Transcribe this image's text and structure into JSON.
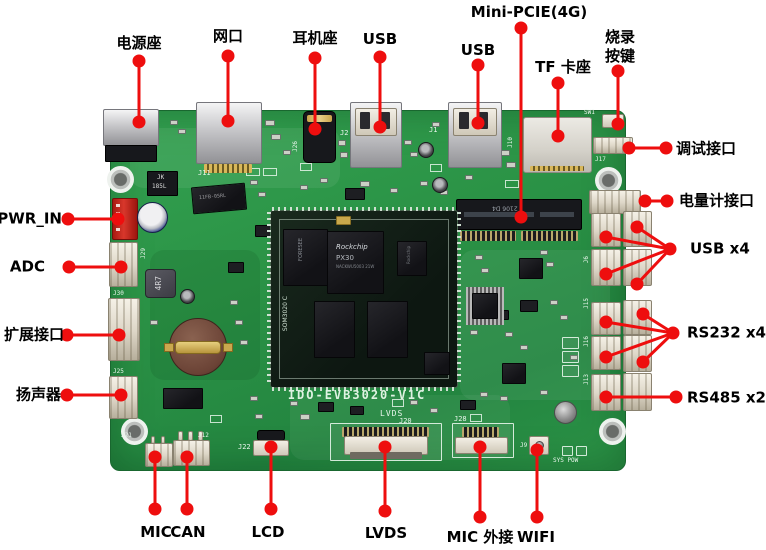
{
  "page": {
    "description": "Annotated interface diagram photo of an embedded development board",
    "board_name": "IDO-EVB3020-V1C"
  },
  "colors": {
    "callout_red": "#ee0e0e",
    "pcb_green": "#2d9648",
    "label_text": "#000000"
  },
  "callouts": {
    "power_socket": "电源座",
    "ethernet": "网口",
    "headphone": "耳机座",
    "usb_top_1": "USB",
    "usb_top_2": "USB",
    "mini_pcie": "Mini-PCIE(4G)",
    "tf_card": "TF 卡座",
    "burn_l1": "烧录",
    "burn_l2": "按键",
    "debug": "调试接口",
    "fuel_gauge": "电量计接口",
    "usb_x4": "USB x4",
    "rs232_x4": "RS232 x4",
    "rs485_x2": "RS485 x2",
    "pwr_in": "PWR_IN",
    "adc": "ADC",
    "expansion": "扩展接口",
    "speaker": "扬声器",
    "mic": "MIC",
    "can": "CAN",
    "lcd": "LCD",
    "lvds": "LVDS",
    "mic_ext": "MIC 外接",
    "wifi": "WIFI"
  },
  "silkscreen": {
    "board_name": "IDO-EVB3020-V1C",
    "j11": "J11",
    "j26": "J26",
    "j2": "J2",
    "j1": "J1",
    "j10": "J10",
    "sw1": "SW1",
    "j17": "J17",
    "j29": "J29",
    "j30": "J30",
    "j25": "J25",
    "j21": "J21",
    "j12": "J12",
    "j22": "J22",
    "lvds": "LVDS",
    "j20": "J20",
    "j28": "J28",
    "j9": "J9",
    "sys_pow": "SYS POW",
    "j6": "J6",
    "j15": "J15",
    "j16": "J16",
    "j13": "J13"
  },
  "chips": {
    "soc_brand": "Rockchip",
    "soc_model": "PX30",
    "soc_sub": "NACKWU5003 21W",
    "flash": "FORESEE",
    "companion": "Rockchip",
    "module_name": "SOM3020 C",
    "fuse_l1": "JK",
    "fuse_l2": "185L",
    "inductor": "4R7",
    "power_ic": "11FB-05RL",
    "mini_pcie_marking": "2106 D4"
  }
}
